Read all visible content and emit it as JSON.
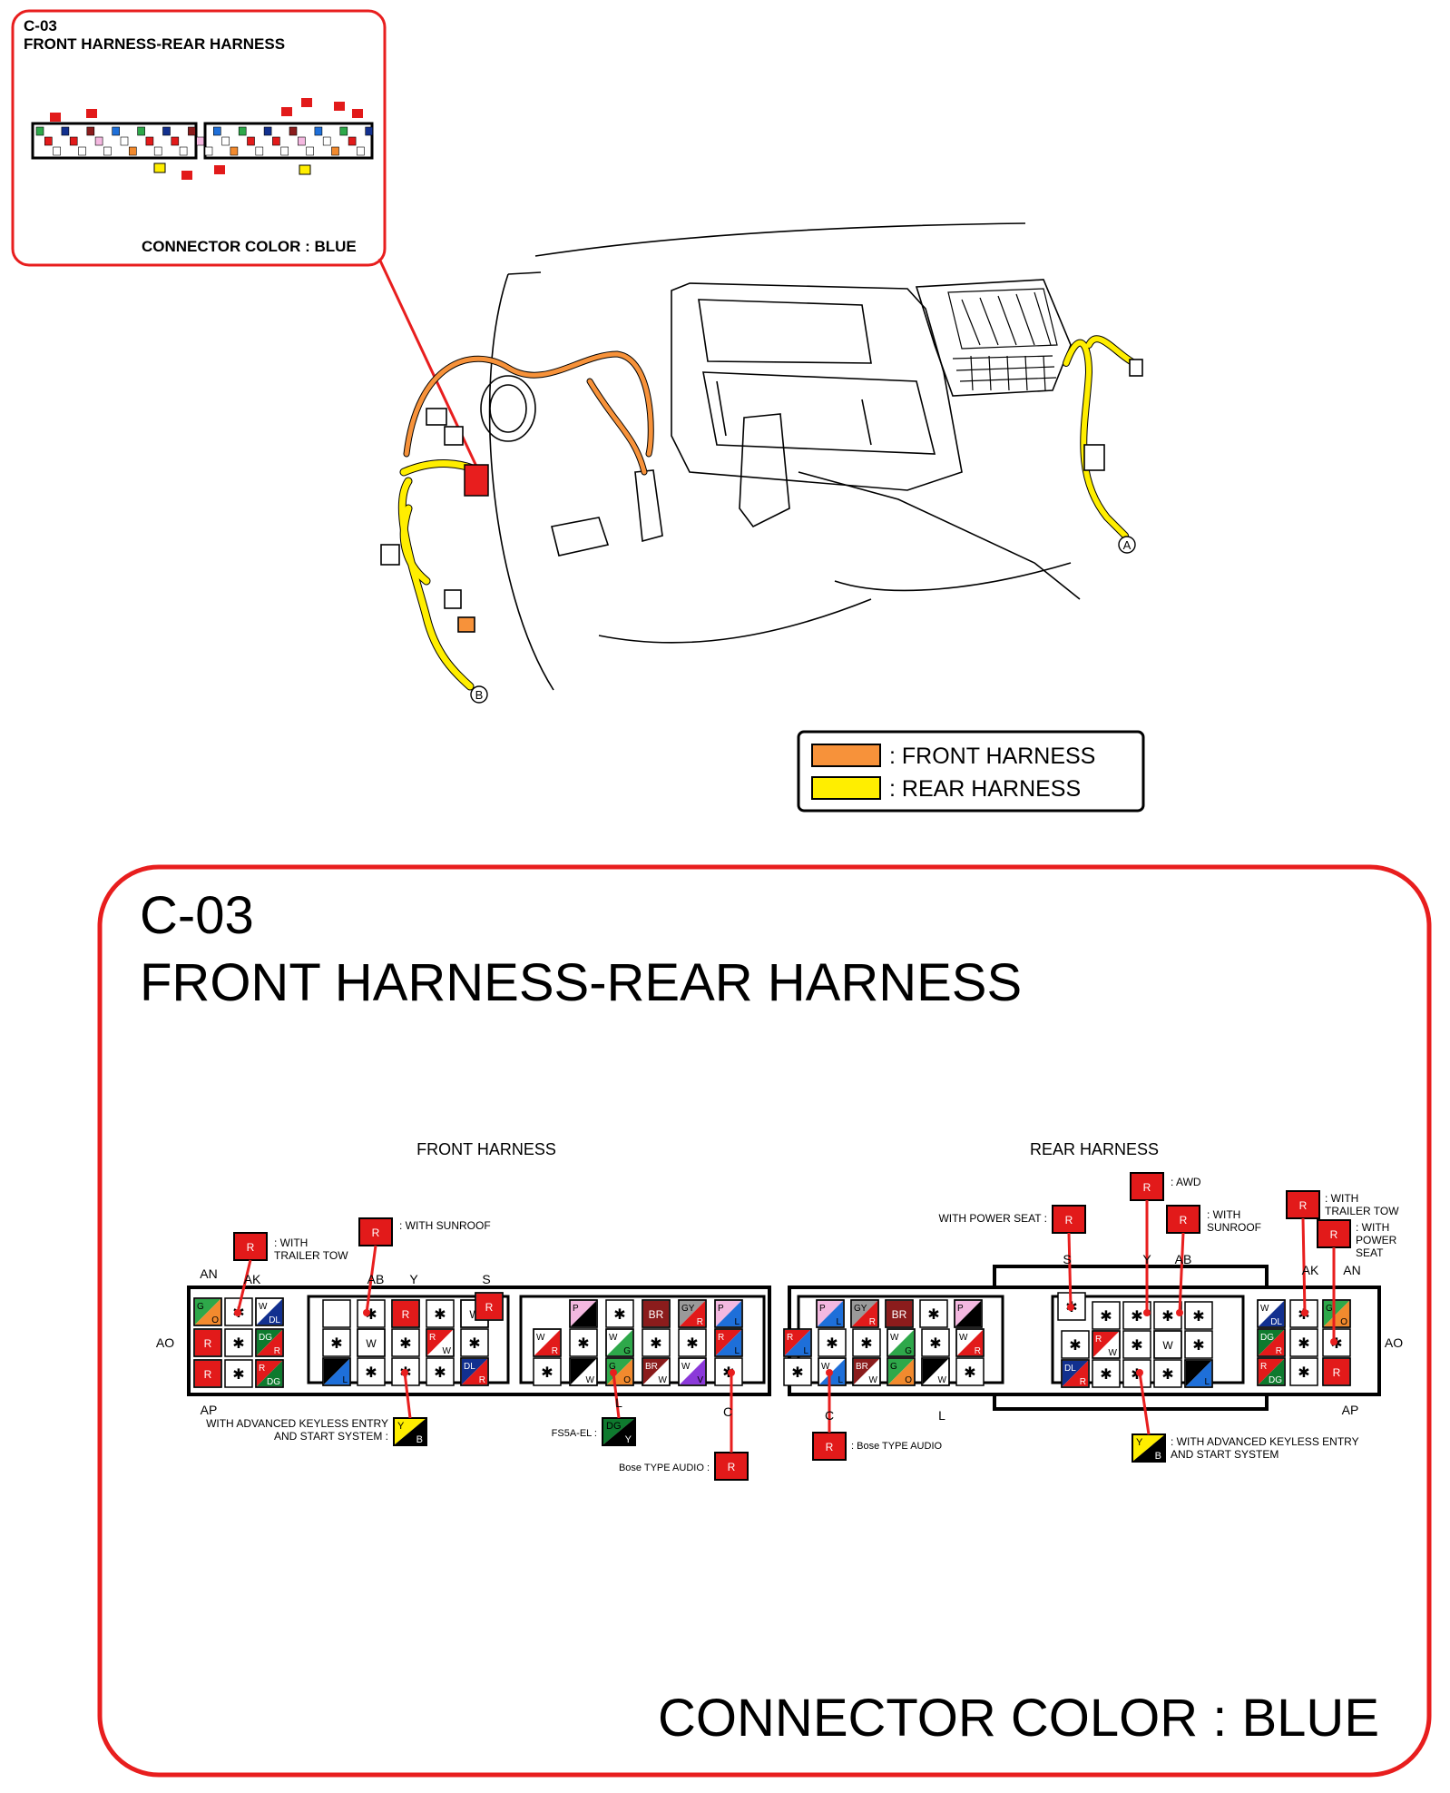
{
  "colors": {
    "front_harness": "#F7923A",
    "rear_harness": "#FFEE00",
    "callout": "#E81E1E",
    "red": "#E21A1A",
    "green": "#2EA84A",
    "orange": "#F28A2E",
    "blue": "#1E6FD9",
    "dark_blue": "#12308F",
    "dark_green": "#0E7A2E",
    "brown": "#8B1C1C",
    "gray": "#9A9A9A",
    "pink": "#F4B8E0",
    "violet": "#8B39D9",
    "yellow": "#FFEE00",
    "black": "#000000"
  },
  "mini_panel": {
    "code": "C-03",
    "title": "FRONT HARNESS-REAR HARNESS",
    "connector_color": "CONNECTOR COLOR : BLUE"
  },
  "illustration": {
    "marker_a": "A",
    "marker_b": "B"
  },
  "legend": {
    "items": [
      {
        "label": ": FRONT HARNESS",
        "color_key": "front_harness"
      },
      {
        "label": ": REAR HARNESS",
        "color_key": "rear_harness"
      }
    ]
  },
  "main_panel": {
    "code": "C-03",
    "title": "FRONT HARNESS-REAR HARNESS",
    "connector_color": "CONNECTOR COLOR : BLUE"
  },
  "front_harness": {
    "heading": "FRONT HARNESS",
    "pin_labels": [
      "AN",
      "AK",
      "AB",
      "Y",
      "S",
      "AO",
      "AP",
      "L",
      "C"
    ],
    "notes": {
      "trailer_tow": ": WITH\nTRAILER TOW",
      "sunroof": ": WITH SUNROOF",
      "keyless": "WITH ADVANCED KEYLESS ENTRY\nAND START SYSTEM :",
      "fs5a": "FS5A-EL :",
      "bose": "Bose TYPE AUDIO :"
    }
  },
  "rear_harness": {
    "heading": "REAR HARNESS",
    "pin_labels": [
      "S",
      "Y",
      "AB",
      "AK",
      "AN",
      "AO",
      "AP",
      "C",
      "L"
    ],
    "notes": {
      "power_seat": "WITH POWER SEAT :",
      "awd": ": AWD",
      "sunroof": ": WITH\nSUNROOF",
      "trailer_tow": ": WITH\nTRAILER TOW",
      "power_seat_right": ": WITH\nPOWER\nSEAT",
      "bose": ": Bose TYPE AUDIO",
      "keyless": ": WITH ADVANCED KEYLESS ENTRY\nAND START SYSTEM"
    }
  },
  "wire_codes": {
    "R": "R",
    "W": "W",
    "B": "B",
    "L": "L",
    "G": "G",
    "O": "O",
    "Y": "Y",
    "P": "P",
    "V": "V",
    "DL": "DL",
    "DG": "DG",
    "BR": "BR",
    "GY": "GY",
    "star": "✱"
  }
}
